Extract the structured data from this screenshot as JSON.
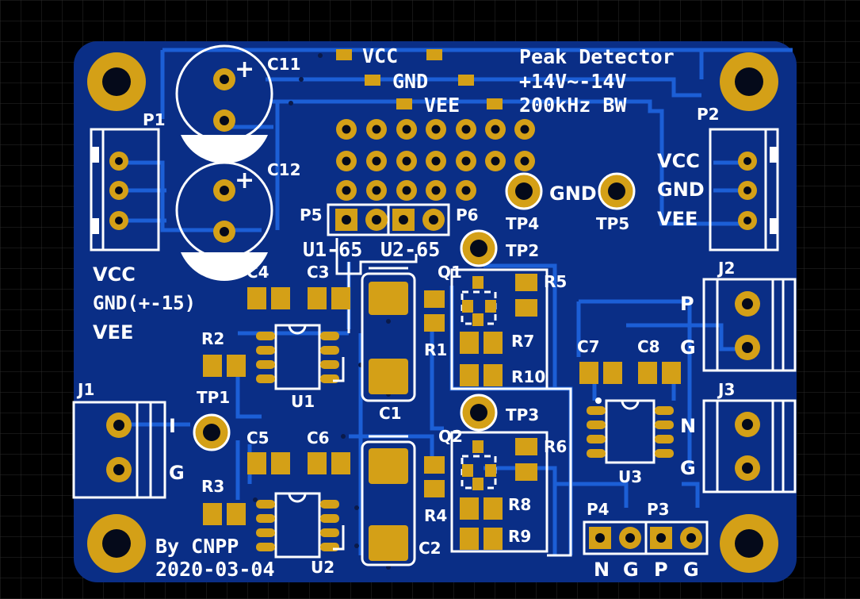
{
  "board": {
    "title_lines": [
      "Peak Detector",
      "+14V~-14V",
      "200kHz BW"
    ],
    "rail_labels": {
      "vcc": "VCC",
      "gnd": "GND",
      "vee": "VEE"
    },
    "author": "By CNPP",
    "date": "2020-03-04",
    "supply_note": {
      "vcc": "VCC",
      "gnd": "GND(+-15)",
      "vee": "VEE"
    },
    "jumper_labels": {
      "u1": "U1-65",
      "u2": "U2-65"
    },
    "tp4_gnd_label": "GND",
    "j1_labels": [
      "I",
      "G"
    ],
    "j2_labels": [
      "P",
      "G"
    ],
    "j3_labels": [
      "N",
      "G"
    ],
    "p2_labels": [
      "VCC",
      "GND",
      "VEE"
    ],
    "p3p4_labels": [
      "N",
      "G",
      "P",
      "G"
    ],
    "colors": {
      "board": "#0a2e86",
      "copper": "#d4a017",
      "silk": "#ffffff",
      "trace": "#1c5fd6",
      "background": "#000000"
    }
  },
  "refdes": {
    "P1": "P1",
    "P2": "P2",
    "P3": "P3",
    "P4": "P4",
    "P5": "P5",
    "P6": "P6",
    "C1": "C1",
    "C2": "C2",
    "C3": "C3",
    "C4": "C4",
    "C5": "C5",
    "C6": "C6",
    "C7": "C7",
    "C8": "C8",
    "C11": "C11",
    "C12": "C12",
    "R1": "R1",
    "R2": "R2",
    "R3": "R3",
    "R4": "R4",
    "R5": "R5",
    "R6": "R6",
    "R7": "R7",
    "R8": "R8",
    "R9": "R9",
    "R10": "R10",
    "TP1": "TP1",
    "TP2": "TP2",
    "TP3": "TP3",
    "TP4": "TP4",
    "TP5": "TP5",
    "Q1": "Q1",
    "Q2": "Q2",
    "U1": "U1",
    "U2": "U2",
    "U3": "U3",
    "J1": "J1",
    "J2": "J2",
    "J3": "J3"
  },
  "icons": {
    "plus": "+"
  }
}
